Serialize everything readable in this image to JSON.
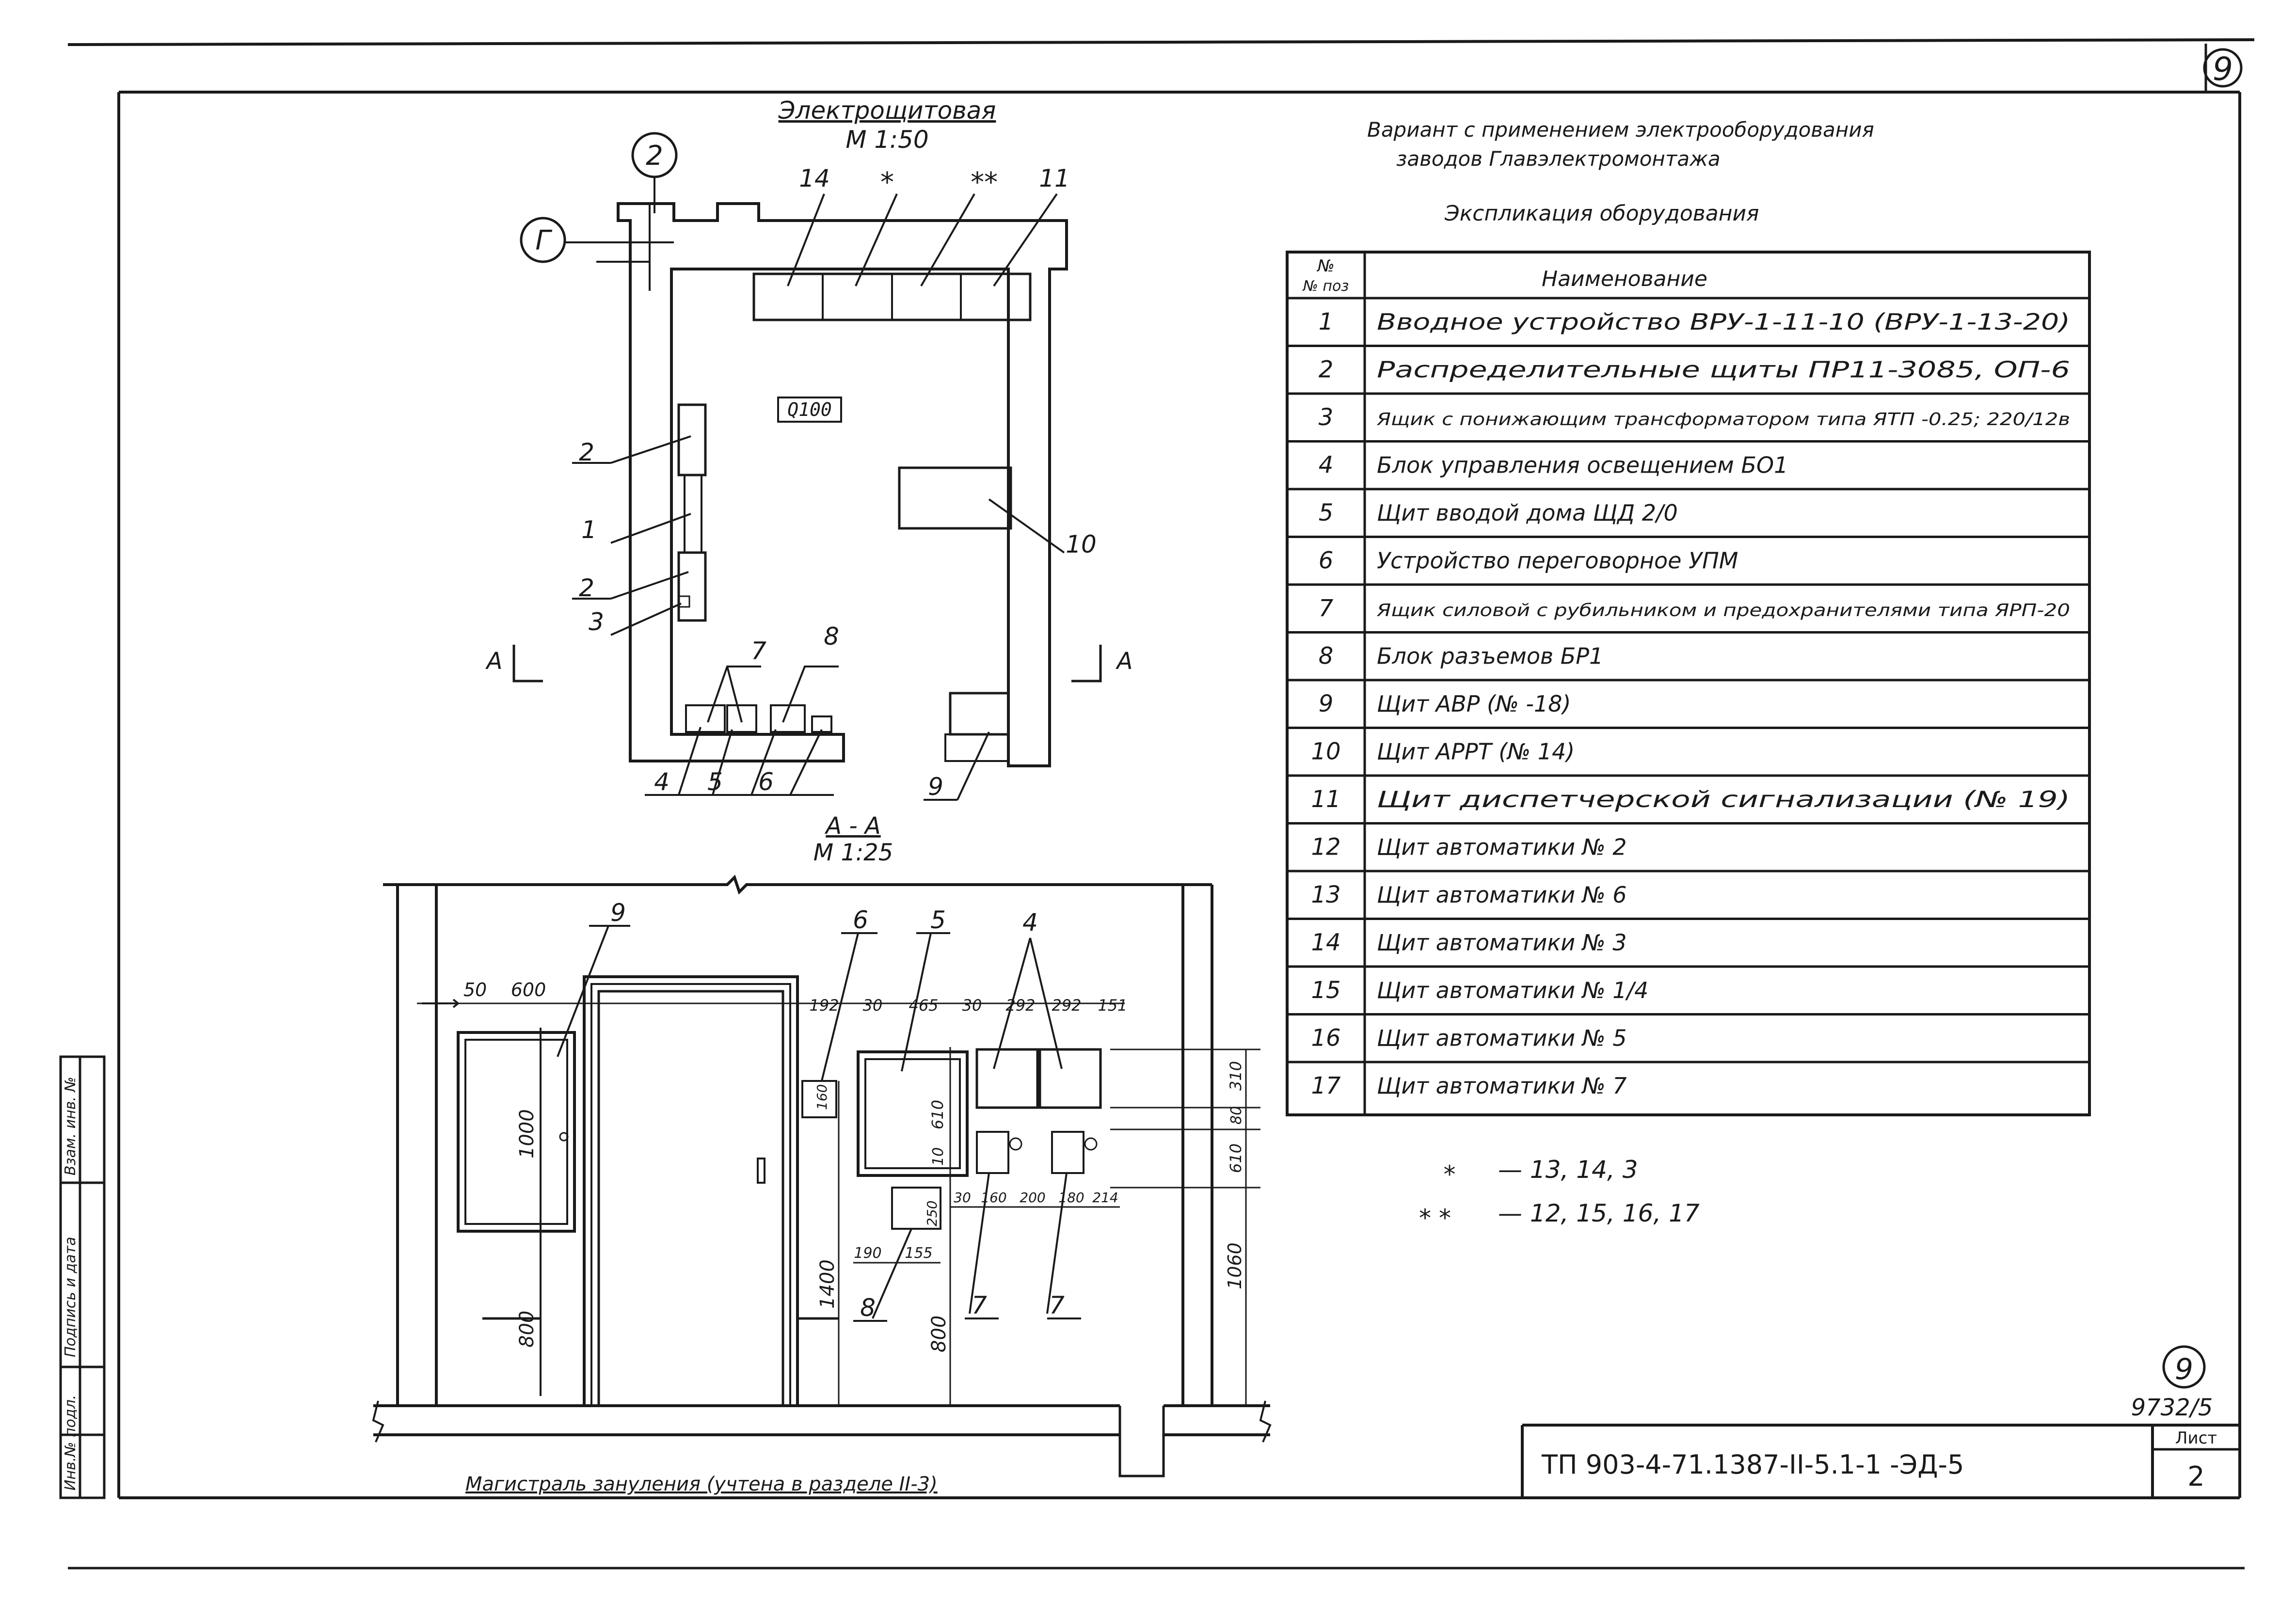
{
  "sheet_badge": "9",
  "plan": {
    "title": "Электрощитовая",
    "scale": "М 1:50",
    "axis_2": "2",
    "axis_g": "Г",
    "room_mark": "Q100",
    "callouts_top": [
      "14",
      "*",
      "**",
      "11"
    ],
    "callouts_left": [
      "2",
      "1",
      "2",
      "3"
    ],
    "callout_10": "10",
    "callouts_bottom": [
      "7",
      "8",
      "4",
      "5",
      "6",
      "9"
    ],
    "section_mark": "А"
  },
  "section": {
    "title": "А - А",
    "scale": "М 1:25",
    "callouts": [
      "9",
      "6",
      "5",
      "4",
      "8",
      "7",
      "7"
    ],
    "dims_top": [
      "50",
      "600",
      "192",
      "30",
      "465",
      "30",
      "292",
      "292",
      "151"
    ],
    "dims_right": [
      "310",
      "80",
      "610"
    ],
    "dim_right_1060": "1060",
    "dims_mid": [
      "1000",
      "160",
      "610",
      "10",
      "250"
    ],
    "dims_low": [
      "190",
      "155",
      "30",
      "160",
      "200",
      "180",
      "214"
    ],
    "dims_bottom": [
      "800",
      "1400",
      "800"
    ],
    "ground_bus": "Магистраль зануления (учтена в разделе II-3)"
  },
  "variant_note": {
    "line1": "Вариант с применением электрооборудования",
    "line2": "заводов Главэлектромонтажа"
  },
  "explication": {
    "title": "Экспликация оборудования",
    "col_pos": "№ поз",
    "col_name": "Наименование",
    "rows": [
      {
        "pos": "1",
        "name": "Вводное устройство ВРУ-1-11-10 (ВРУ-1-13-20)"
      },
      {
        "pos": "2",
        "name": "Распределительные щиты ПР11-3085, ОП-6"
      },
      {
        "pos": "3",
        "name": "Ящик с понижающим трансформатором типа ЯТП -0.25; 220/12в"
      },
      {
        "pos": "4",
        "name": "Блок управления освещением БО1"
      },
      {
        "pos": "5",
        "name": "Щит вводой дома ЩД 2/0"
      },
      {
        "pos": "6",
        "name": "Устройство переговорное УПМ"
      },
      {
        "pos": "7",
        "name": "Ящик силовой с рубильником и предохранителями типа ЯРП-20"
      },
      {
        "pos": "8",
        "name": "Блок разъемов БР1"
      },
      {
        "pos": "9",
        "name": "Щит АВР (№ -18)"
      },
      {
        "pos": "10",
        "name": "Щит АРРТ (№ 14)"
      },
      {
        "pos": "11",
        "name": "Щит диспетчерской сигнализации (№ 19)"
      },
      {
        "pos": "12",
        "name": "Щит автоматики № 2"
      },
      {
        "pos": "13",
        "name": "Щит автоматики № 6"
      },
      {
        "pos": "14",
        "name": "Щит автоматики № 3"
      },
      {
        "pos": "15",
        "name": "Щит автоматики № 1/4"
      },
      {
        "pos": "16",
        "name": "Щит автоматики № 5"
      },
      {
        "pos": "17",
        "name": "Щит автоматики № 7"
      }
    ]
  },
  "notes": [
    {
      "mark": "*",
      "text": "—  13, 14, 3"
    },
    {
      "mark": "* *",
      "text": "—  12, 15, 16, 17"
    }
  ],
  "stamp": {
    "circle_num": "9",
    "inv_num": "9732/5",
    "doc_code": "ТП 903-4-71.1387-II-5.1-1 -ЭД-5",
    "sheet_label": "Лист",
    "sheet_num": "2"
  },
  "side_stamp": [
    "Инв.№ подл.",
    "Подпись и дата",
    "Взам. инв. №"
  ]
}
